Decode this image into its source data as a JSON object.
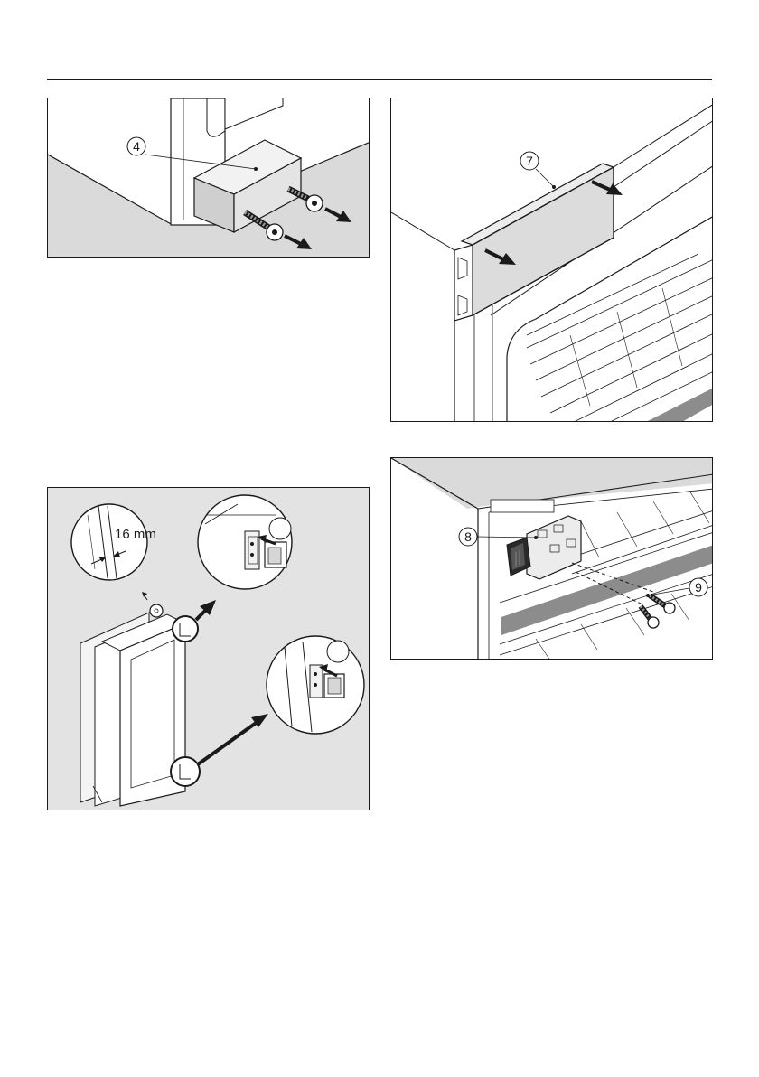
{
  "figures": {
    "fig1": {
      "callout": "4"
    },
    "fig2": {
      "callout": "7"
    },
    "fig3": {
      "dimension_label": "16 mm"
    },
    "fig4": {
      "callout_a": "8",
      "callout_b": "9"
    }
  },
  "colors": {
    "line": "#1a1a1a",
    "shade": "#d9d9d9",
    "panel_fill": "#dcdcdc"
  }
}
